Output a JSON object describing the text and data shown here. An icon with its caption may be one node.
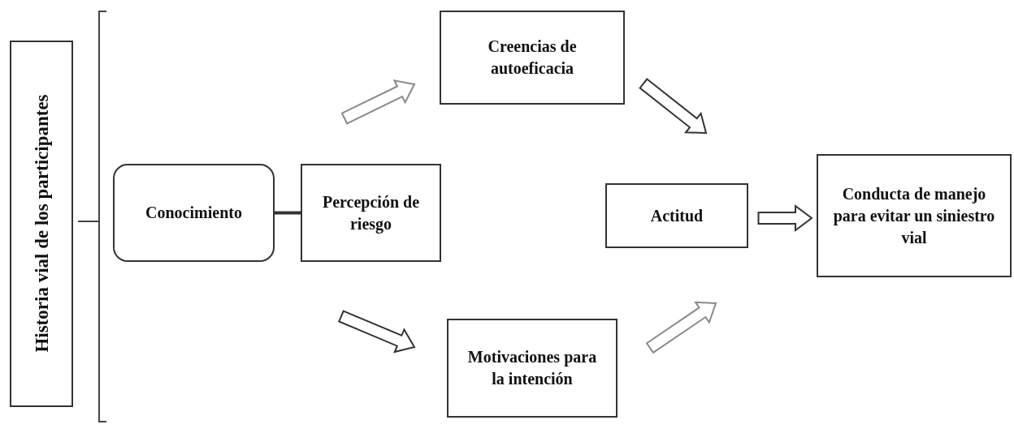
{
  "diagram": {
    "nodes": [
      {
        "text": [
          "Historia vial de los participantes"
        ]
      },
      {
        "text": [
          "Conocimiento"
        ]
      },
      {
        "text": [
          "Percepción de riesgo"
        ]
      },
      {
        "text": [
          "Creencias de autoeficacia"
        ]
      },
      {
        "text": [
          "Actitud"
        ]
      },
      {
        "text": [
          "Conducta de manejo para evitar un siniestro vial"
        ]
      },
      {
        "text": [
          "Motivaciones para la intención"
        ]
      }
    ],
    "edges": [
      {
        "from": 1,
        "to": 2,
        "arrow": "none"
      },
      {
        "from": 2,
        "to": 3,
        "arrow": "to",
        "color": "#8a8a8a"
      },
      {
        "from": 2,
        "to": 6,
        "arrow": "to"
      },
      {
        "from": 3,
        "to": 4,
        "arrow": "to"
      },
      {
        "from": 6,
        "to": 4,
        "arrow": "to",
        "color": "#8a8a8a"
      },
      {
        "from": 4,
        "to": 5,
        "arrow": "to"
      }
    ]
  }
}
